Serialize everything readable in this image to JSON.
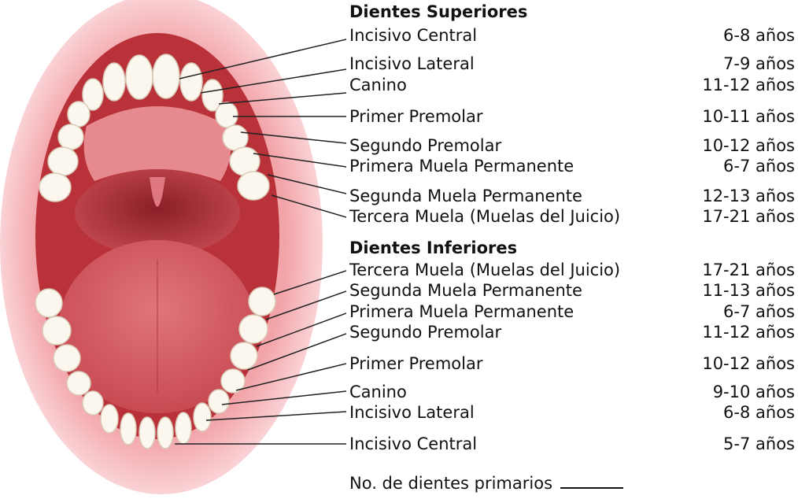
{
  "upper": {
    "heading": "Dientes Superiores",
    "teeth": [
      {
        "name": "Incisivo Central",
        "age": "6-8 años"
      },
      {
        "name": "Incisivo Lateral",
        "age": "7-9 años"
      },
      {
        "name": "Canino",
        "age": "11-12 años"
      },
      {
        "name": "Primer Premolar",
        "age": "10-11 años"
      },
      {
        "name": "Segundo Premolar",
        "age": "10-12 años"
      },
      {
        "name": "Primera Muela Permanente",
        "age": "6-7 años"
      },
      {
        "name": "Segunda Muela Permanente",
        "age": "12-13 años"
      },
      {
        "name": "Tercera Muela (Muelas del Juicio)",
        "age": "17-21 años"
      }
    ]
  },
  "lower": {
    "heading": "Dientes Inferiores",
    "teeth": [
      {
        "name": "Tercera Muela (Muelas del Juicio)",
        "age": "17-21 años"
      },
      {
        "name": "Segunda Muela Permanente",
        "age": "11-13 años"
      },
      {
        "name": "Primera Muela Permanente",
        "age": "6-7 años"
      },
      {
        "name": "Segundo Premolar",
        "age": "11-12 años"
      },
      {
        "name": "Primer Premolar",
        "age": "10-12 años"
      },
      {
        "name": "Canino",
        "age": "9-10 años"
      },
      {
        "name": "Incisivo Lateral",
        "age": "6-8 años"
      },
      {
        "name": "Incisivo Central",
        "age": "5-7 años"
      }
    ]
  },
  "footer": {
    "label": "No. de dientes primarios"
  },
  "colors": {
    "lips": "#f2a3a8",
    "mouth_interior": "#b9323a",
    "tongue": "#d9646c",
    "tooth": "#fbf7ee",
    "leader_line": "#222222"
  }
}
